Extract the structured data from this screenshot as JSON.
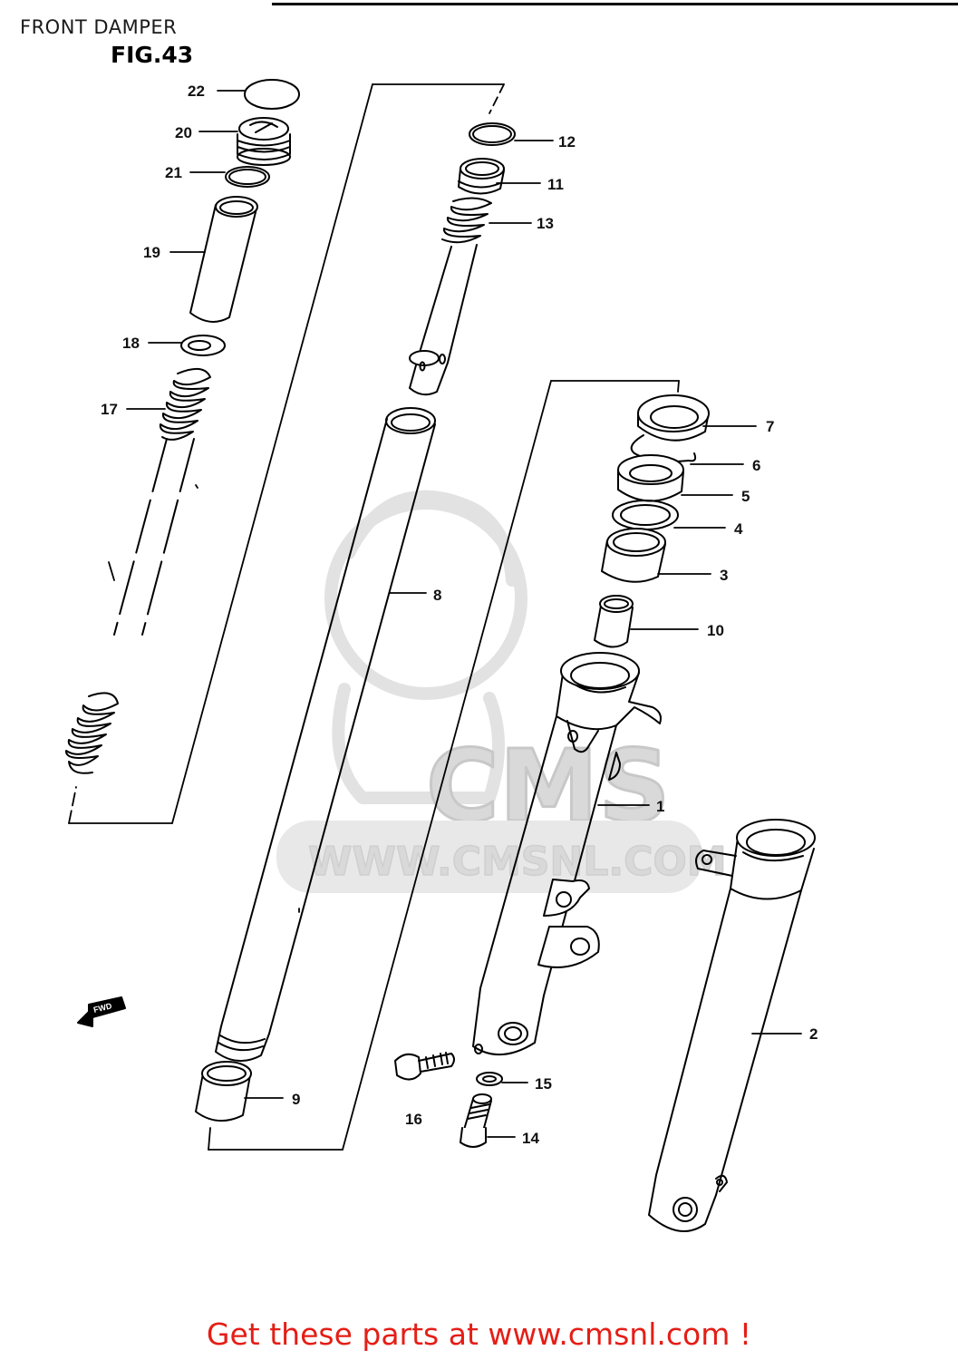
{
  "header": {
    "title": "FRONT DAMPER",
    "figure": "FIG.43"
  },
  "watermark": {
    "logo": "CMS",
    "url": "WWW.CMSNL.COM"
  },
  "direction_badge": "FWD",
  "callouts": [
    "1",
    "2",
    "3",
    "4",
    "5",
    "6",
    "7",
    "8",
    "9",
    "10",
    "11",
    "12",
    "13",
    "14",
    "15",
    "16",
    "17",
    "18",
    "19",
    "20",
    "21",
    "22"
  ],
  "footer": {
    "link_text": "Get these parts at www.cmsnl.com !"
  },
  "colors": {
    "footer_link": "#e41e16",
    "line_art": "#000000",
    "watermark": "#d9d9d9"
  }
}
